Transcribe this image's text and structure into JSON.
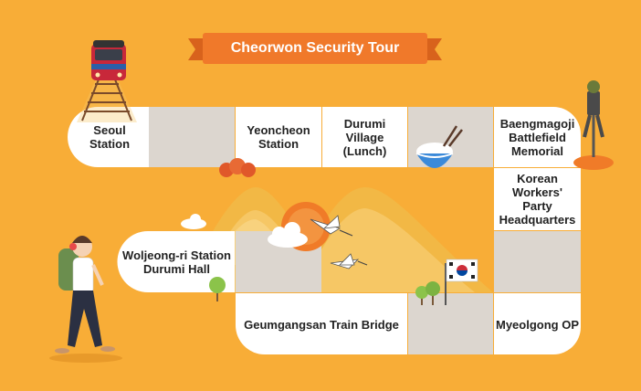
{
  "title": "Cheorwon Security Tour",
  "stops": {
    "seoul": "Seoul\nStation",
    "yeoncheon": "Yeoncheon\nStation",
    "durumi_village": "Durumi\nVillage\n(Lunch)",
    "baengmagoji": "Baengmagoji\nBattlefield\nMemorial",
    "korean_workers_party": "Korean\nWorkers'\nParty\nHeadquarters",
    "woljeong_ri": "Woljeong-ri Station\nDurumi Hall",
    "geumgangsan": "Geumgangsan Train Bridge",
    "myeolgong": "Myeolgong OP"
  },
  "colors": {
    "background": "#f8ad37",
    "tile_white": "#ffffff",
    "tile_gray": "#dcd6cf",
    "banner": "#f0792a",
    "mountain": "#f2b845",
    "sun": "#f07b28"
  }
}
